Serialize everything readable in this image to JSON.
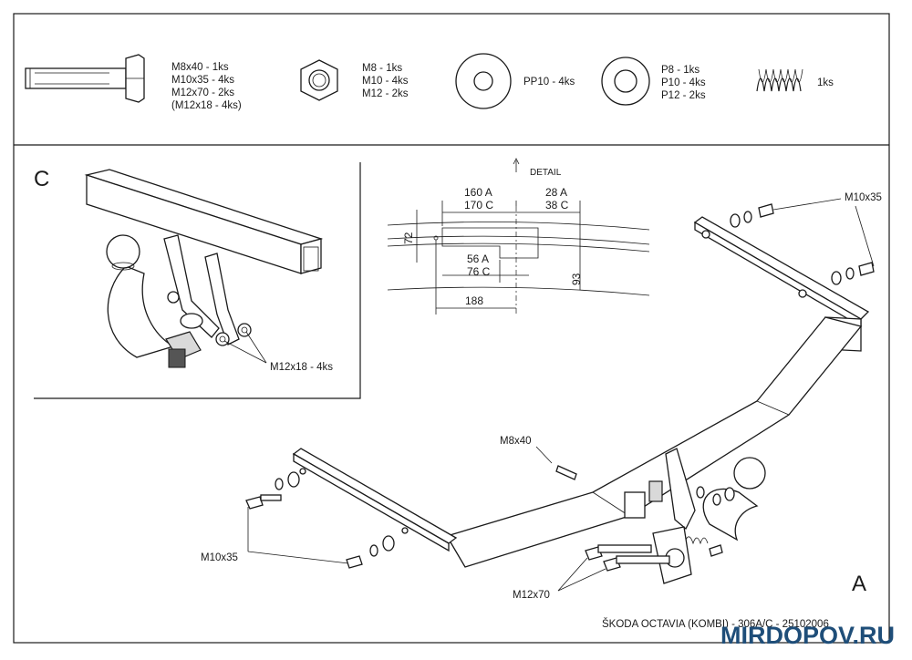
{
  "hardware_list": {
    "bolts": {
      "lines": [
        "M8x40 - 1ks",
        "M10x35 - 4ks",
        "M12x70 - 2ks",
        "(M12x18 - 4ks)"
      ]
    },
    "nuts": {
      "lines": [
        "M8 - 1ks",
        "M10 - 4ks",
        "M12 - 2ks"
      ]
    },
    "large_washers": {
      "lines": [
        "PP10 - 4ks"
      ]
    },
    "washers": {
      "lines": [
        "P8 - 1ks",
        "P10 - 4ks",
        "P12 - 2ks"
      ]
    },
    "spring": {
      "lines": [
        "1ks"
      ]
    }
  },
  "view_c": {
    "letter": "C",
    "bolt_label": "M12x18 - 4ks"
  },
  "detail": {
    "title": "DETAIL",
    "dim_160": "160 A",
    "dim_170": "170 C",
    "dim_28": "28 A",
    "dim_38": "38 C",
    "dim_72": "72",
    "dim_56": "56 A",
    "dim_76": "76 C",
    "dim_93": "93",
    "dim_188": "188"
  },
  "view_a": {
    "letter": "A",
    "label_m10x35_right": "M10x35",
    "label_m8x40": "M8x40",
    "label_m10x35_left": "M10x35",
    "label_m12x70": "M12x70"
  },
  "footer": {
    "caption": "ŠKODA OCTAVIA (KOMBI) - 306A/C - 25102006",
    "watermark": "MIRDOPOV.RU"
  }
}
